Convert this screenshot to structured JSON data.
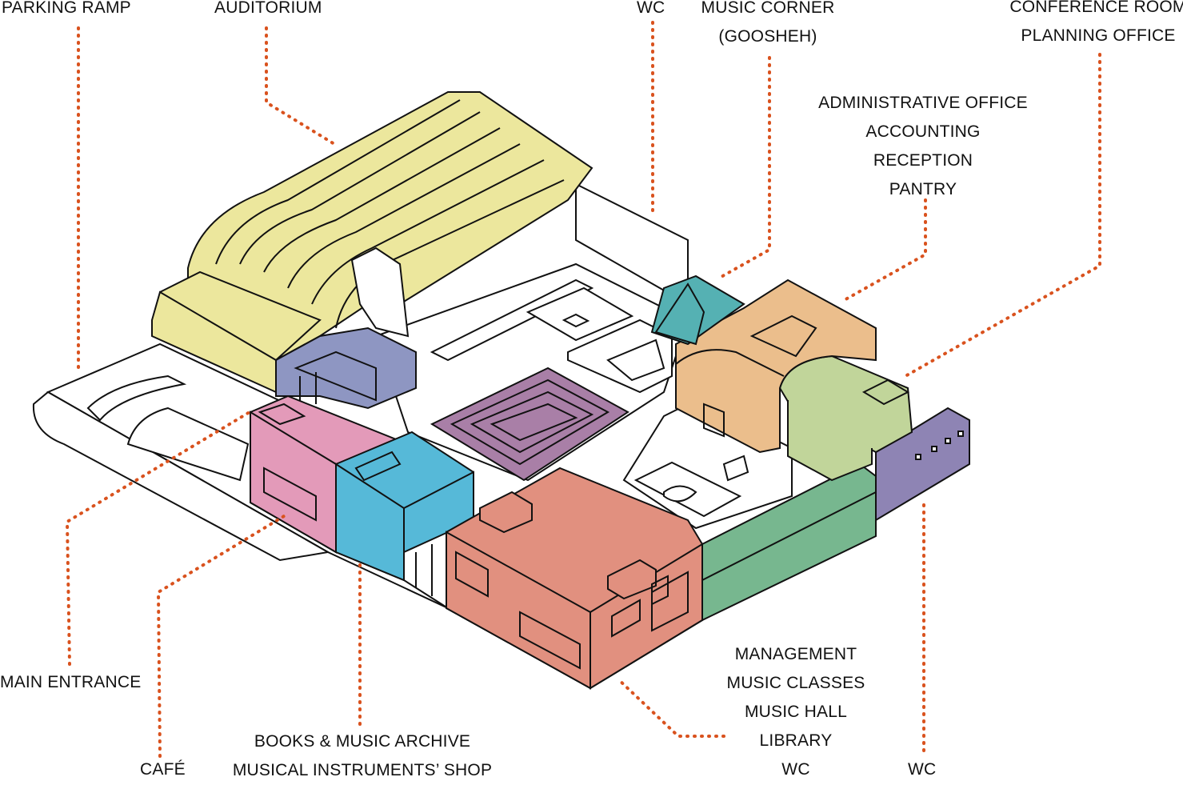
{
  "labels": {
    "parking_ramp": "PARKING RAMP",
    "auditorium": "AUDITORIUM",
    "wc_top": "WC",
    "music_corner": [
      "MUSIC CORNER",
      "(GOOSHEH)"
    ],
    "conference": [
      "CONFERENCE ROOM",
      "PLANNING OFFICE"
    ],
    "admin": [
      "ADMINISTRATIVE OFFICE",
      "ACCOUNTING",
      "RECEPTION",
      "PANTRY"
    ],
    "main_entrance": "MAIN ENTRANCE",
    "cafe": "CAFÉ",
    "books": [
      "BOOKS & MUSIC ARCHIVE",
      "MUSICAL INSTRUMENTS’ SHOP"
    ],
    "management": [
      "MANAGEMENT",
      "MUSIC CLASSES",
      "MUSIC HALL",
      "LIBRARY",
      "WC"
    ],
    "wc_bottom": "WC"
  },
  "colors": {
    "leader": "#d9521e",
    "outline": "#111111",
    "auditorium": "#ece79d",
    "parking_blue": "#8e96c2",
    "cafe_pink": "#e39ab9",
    "shop_cyan": "#56b9d8",
    "management_salmon": "#e1907f",
    "library_green": "#77b78f",
    "wc_purple": "#8e84b4",
    "conference_green": "#c1d59a",
    "admin_orange": "#ebbe8c",
    "music_corner_teal": "#55b1b3",
    "courtyard_stage": "#a97fa7"
  }
}
